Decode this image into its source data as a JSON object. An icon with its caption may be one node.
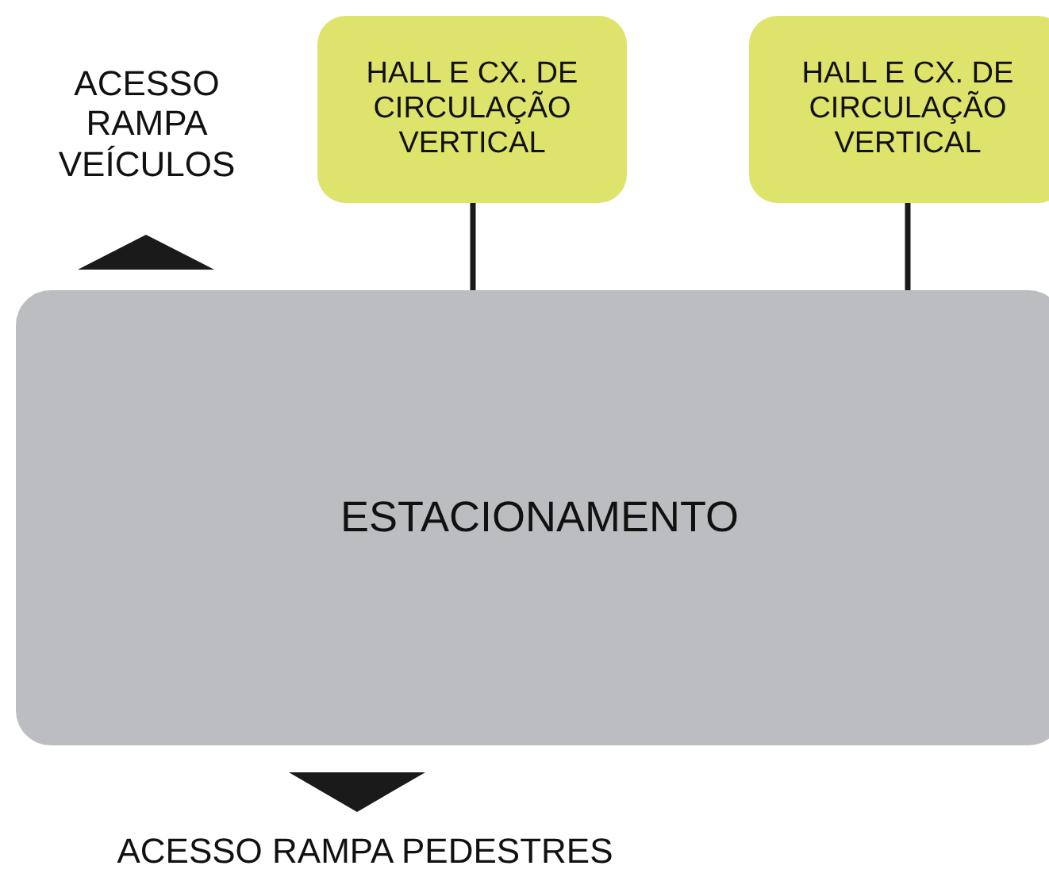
{
  "diagram": {
    "nodes": [
      {
        "text": [
          "ESTACIONAMENTO"
        ]
      },
      {
        "text": [
          "HALL E CX. DE CIRCULAÇÃO VERTICAL"
        ]
      },
      {
        "text": [
          "HALL E CX. DE CIRCULAÇÃO VERTICAL"
        ]
      }
    ],
    "edges": [
      {
        "from": 1,
        "to": 0,
        "arrow": "none"
      },
      {
        "from": 2,
        "to": 0,
        "arrow": "none"
      }
    ],
    "labels": [
      "ACESSO RAMPA VEÍCULOS",
      "ACESSO RAMPA PEDESTRES"
    ]
  }
}
